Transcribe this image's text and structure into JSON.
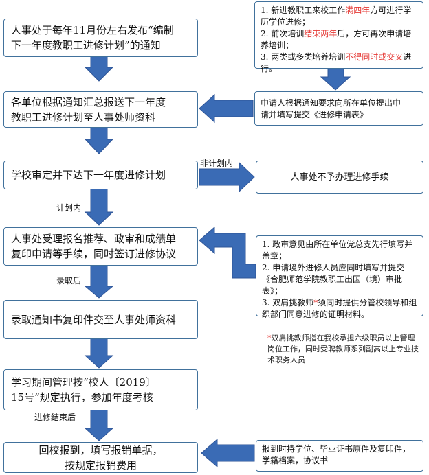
{
  "flow": {
    "step1": [
      "人事处于每年11月份左右发布“编制",
      "下一年度教职工进修计划”的通知"
    ],
    "step2": [
      "各单位根据通知汇总报送下一年度",
      "教职工进修计划至人事处师资科"
    ],
    "step3": "学校审定并下达下一年度进修计划",
    "step4": [
      "人事处受理报名推荐、政审和成绩单",
      "复印申请等手续，同时签订进修协议"
    ],
    "step5": "录取通知书复印件交至人事处师资科",
    "step6": [
      "学习期间管理按“校人〔2019〕",
      "15号”规定执行，参加年度考核"
    ],
    "step7": [
      "回校报到，填写报销单据，",
      "按规定报销费用"
    ]
  },
  "side": {
    "req": {
      "item1_pre": "1. 新进教职工来校工作",
      "item1_red": "满四年",
      "item1_post": "方可进行学历学位进修；",
      "item2_pre": "2. 前次培训",
      "item2_red": "结束两年",
      "item2_post": "后，方可再次申请培养培训；",
      "item3_pre": "3. 两类或多类培养培训",
      "item3_red": "不得同时或交叉",
      "item3_post": "进行。"
    },
    "apply": [
      "申请人根据通知要求向所在单位提出申",
      "请并填写提交《进修申请表》"
    ],
    "noplan": "人事处不予办理进修手续",
    "materials": {
      "item1": "1. 政审意见由所在单位党总支先行填写并盖章；",
      "item2": "2. 申请境外进修人员应同时填写并提交《合肥师范学院教职工出国（境）审批表》；",
      "item3_pre": "3. 双肩挑教师",
      "item3_star": "*",
      "item3_post": "须同时提供分管校领导和组织部门同意进修的证明材料。"
    },
    "return": [
      "报到时持学位、毕业证书原件及复印件，",
      "学籍档案，协议书"
    ]
  },
  "labels": {
    "nonplan": "非计划内",
    "inplan": "计划内",
    "admitted": "录取后",
    "finished": "进修结束后"
  },
  "footnote": {
    "star": "*",
    "text": "双肩挑教师指在我校承担六级职员以上管理岗位工作，同时受聘教师系列副高以上专业技术职务人员"
  },
  "colors": {
    "arrow": "#3a6bb5",
    "border": "#41719c",
    "highlight": "#e53935"
  }
}
